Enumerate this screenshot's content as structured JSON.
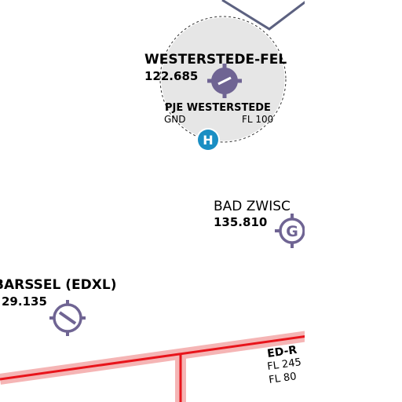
{
  "map": {
    "airfields": [
      {
        "id": "westerstede",
        "name": "WESTERSTEDE-FEL",
        "frequency": "122.685",
        "symbol": "runway-strip-icon",
        "parachute_zone": {
          "label": "PJE WESTERSTEDE",
          "lower_limit": "GND",
          "upper_limit": "FL 100"
        },
        "heliport_marker": "H"
      },
      {
        "id": "bad-zwischenahn",
        "name": "BAD ZWISC",
        "frequency": "135.810",
        "symbol": "glider-site-icon",
        "symbol_letter": "G"
      },
      {
        "id": "barssel",
        "name": "BARSSEL (EDXL)",
        "frequency": "29.135",
        "symbol": "runway-strip-icon"
      }
    ],
    "restricted_area": {
      "label": "ED-R",
      "upper_limit": "FL 245",
      "lower_limit": "FL 80"
    },
    "colors": {
      "background": "#ffffff",
      "aerodrome_symbol": "#6f6493",
      "boundary_line": "#5c6180",
      "zone_fill": "#e6e6e6",
      "restricted_line": "#e8141b",
      "restricted_halo": "#f5b5b5",
      "heliport": "#1a8ec3"
    }
  }
}
